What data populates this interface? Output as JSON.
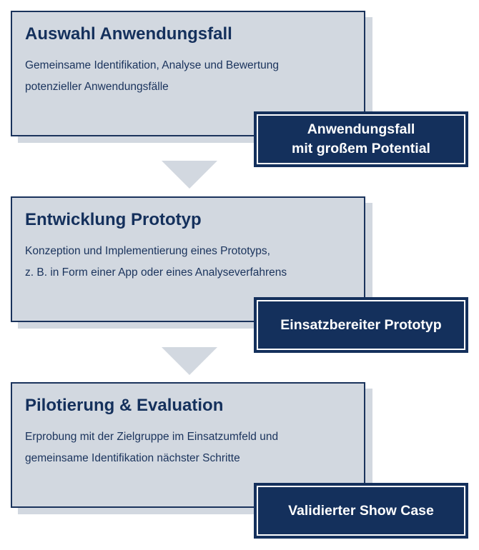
{
  "steps": [
    {
      "title": "Auswahl Anwendungsfall",
      "description_lines": [
        "Gemeinsame Identifikation, Analyse und Bewertung",
        "potenzieller Anwendungsfälle"
      ],
      "result_lines": [
        "Anwendungsfall",
        "mit großem Potential"
      ]
    },
    {
      "title": "Entwicklung Prototyp",
      "description_lines": [
        "Konzeption und Implementierung eines Prototyps,",
        "z. B. in Form einer App oder eines Analyseverfahrens"
      ],
      "result_lines": [
        "Einsatzbereiter Prototyp"
      ]
    },
    {
      "title": "Pilotierung & Evaluation",
      "description_lines": [
        "Erprobung mit der Zielgruppe im Einsatzumfeld und",
        "gemeinsame Identifikation nächster Schritte"
      ],
      "result_lines": [
        "Validierter Show Case"
      ]
    }
  ],
  "colors": {
    "navy": "#14305c",
    "box_fill": "#d2d8e0",
    "text_light": "#ffffff"
  }
}
